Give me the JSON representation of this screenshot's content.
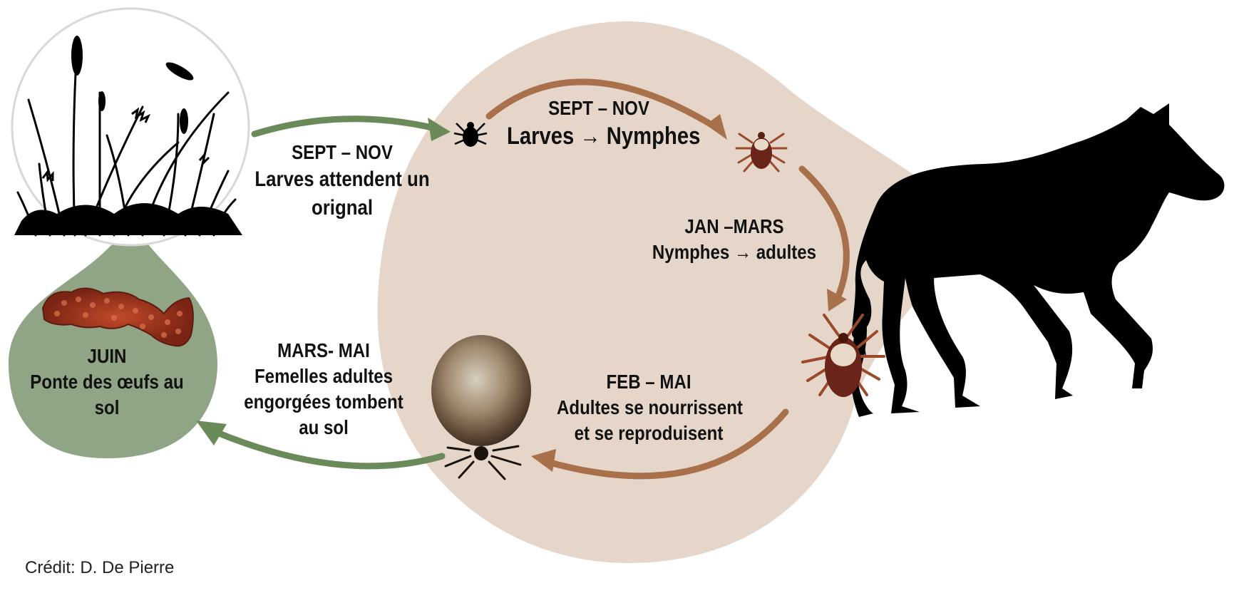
{
  "labels": {
    "larvae_wait": {
      "period": "SEPT – NOV",
      "line1": "Larves attendent un",
      "line2": "orignal"
    },
    "larvae_to_nymphs": {
      "period": "SEPT – NOV",
      "text": "Larves → Nymphes"
    },
    "nymphs_to_adults": {
      "period": "JAN –MARS",
      "text": "Nymphes → adultes"
    },
    "adults_feed": {
      "period": "FEB – MAI",
      "line1": "Adultes se nourrissent",
      "line2": "et se reproduisent"
    },
    "females_drop": {
      "period": "MARS- MAI",
      "line1": "Femelles adultes",
      "line2": "engorgées tombent",
      "line3": "au sol"
    },
    "egg_laying": {
      "period": "JUIN",
      "line1": "Ponte des œufs au",
      "line2": "sol"
    }
  },
  "credit": "Crédit: D. De Pierre",
  "colors": {
    "host_blob": "#e6d6ca",
    "green_arrow": "#6b8a5a",
    "brown_arrow": "#a8714c",
    "egg_blob": "#8fa586",
    "silhouette": "#000000"
  },
  "icons": [
    "grass-icon",
    "moose-icon",
    "tick-icon",
    "eggs-icon"
  ]
}
